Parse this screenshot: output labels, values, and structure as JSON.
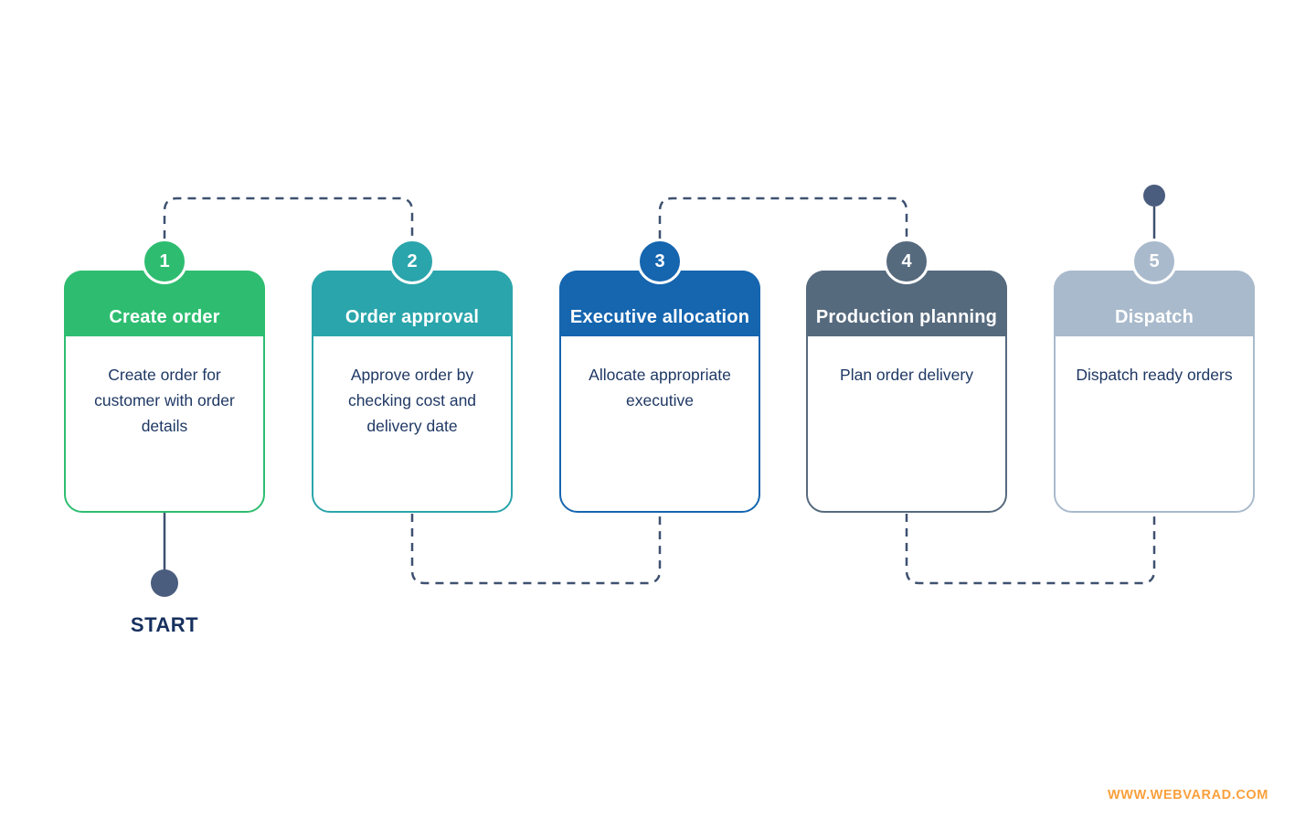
{
  "colors": {
    "connector": "#3E5170",
    "dot": "#4B5D7E",
    "body_text": "#1F3864",
    "start_text": "#16305E",
    "watermark": "#F9A03C"
  },
  "flow": {
    "start_label": "START",
    "steps": [
      {
        "number": "1",
        "title": "Create order",
        "description": "Create order for customer with order details",
        "color": "#2EBD70"
      },
      {
        "number": "2",
        "title": "Order approval",
        "description": "Approve order by checking cost and delivery date",
        "color": "#2AA5AB"
      },
      {
        "number": "3",
        "title": "Executive allocation",
        "description": "Allocate appropriate executive",
        "color": "#1565AF"
      },
      {
        "number": "4",
        "title": "Production planning",
        "description": "Plan order delivery",
        "color": "#566A7E"
      },
      {
        "number": "5",
        "title": "Dispatch",
        "description": "Dispatch ready orders",
        "color": "#A9BACC"
      }
    ]
  },
  "footer": {
    "watermark": "WWW.WEBVARAD.COM"
  }
}
